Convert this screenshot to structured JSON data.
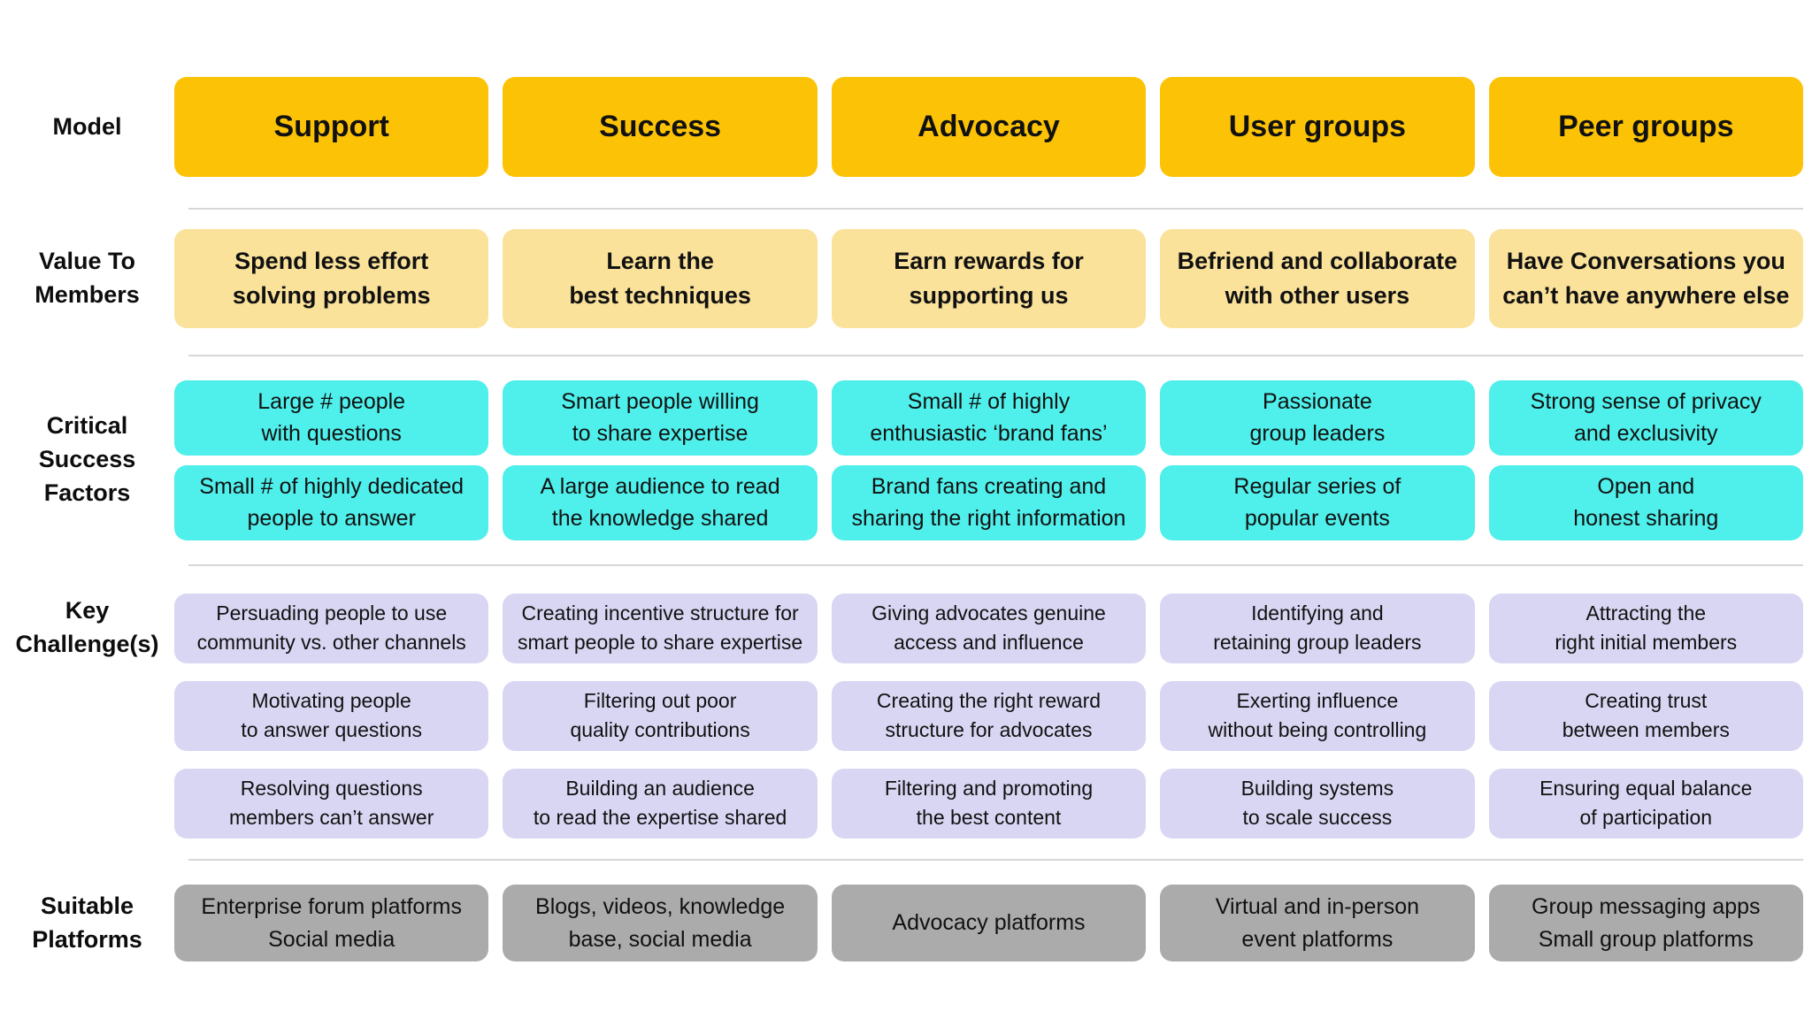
{
  "labels": {
    "model": "Model",
    "value": "Value To\nMembers",
    "csf": "Critical\nSuccess\nFactors",
    "challenges": "Key\nChallenge(s)",
    "platforms": "Suitable\nPlatforms"
  },
  "models": [
    "Support",
    "Success",
    "Advocacy",
    "User groups",
    "Peer groups"
  ],
  "value_to_members": [
    "Spend less effort\nsolving problems",
    "Learn the\nbest techniques",
    "Earn rewards for\nsupporting us",
    "Befriend and collaborate\nwith other users",
    "Have Conversations you\ncan’t have anywhere else"
  ],
  "critical_success_factors": {
    "rows": [
      [
        "Large # people\nwith questions",
        "Smart people willing\nto share expertise",
        "Small # of highly\nenthusiastic ‘brand fans’",
        "Passionate\ngroup leaders",
        "Strong sense of privacy\nand exclusivity"
      ],
      [
        "Small # of highly dedicated\npeople to answer",
        "A large audience to read\nthe knowledge shared",
        "Brand fans creating and\nsharing the right information",
        "Regular series of\npopular events",
        "Open and\nhonest sharing"
      ]
    ]
  },
  "key_challenges": {
    "rows": [
      [
        "Persuading people to use\ncommunity vs. other channels",
        "Creating incentive structure for\nsmart people to share expertise",
        "Giving advocates genuine\naccess and influence",
        "Identifying and\nretaining group leaders",
        "Attracting the\nright initial members"
      ],
      [
        "Motivating people\nto answer questions",
        "Filtering out poor\nquality contributions",
        "Creating the right reward\nstructure for advocates",
        "Exerting influence\nwithout being controlling",
        "Creating trust\nbetween members"
      ],
      [
        "Resolving questions\nmembers can’t answer",
        "Building an audience\nto read the expertise shared",
        "Filtering and promoting\nthe best content",
        "Building systems\nto scale success",
        "Ensuring equal balance\nof participation"
      ]
    ]
  },
  "suitable_platforms": [
    "Enterprise forum platforms\nSocial media",
    "Blogs, videos, knowledge\nbase, social media",
    "Advocacy platforms",
    "Virtual and in-person\nevent platforms",
    "Group messaging apps\nSmall group platforms"
  ],
  "colors": {
    "amber": "#FCC306",
    "pale_yellow": "#FAE29A",
    "cyan": "#4FEFEB",
    "lavender": "#D9D6F3",
    "gray": "#ABABAB",
    "divider": "#D7D7D7",
    "text": "#111111",
    "background": "#FFFFFF"
  }
}
